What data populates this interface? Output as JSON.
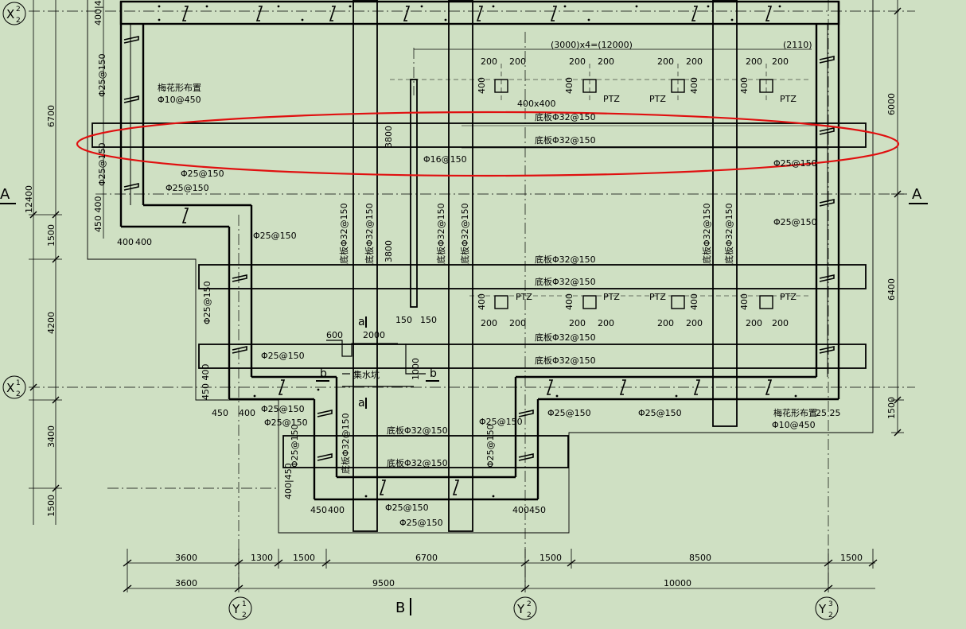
{
  "colors": {
    "background": "#cfe0c3",
    "line": "#000000",
    "highlight": "#e01010"
  },
  "grid_marks": {
    "x2_top": {
      "main": "X",
      "sub": "2",
      "sup": "2"
    },
    "x1_mid": {
      "main": "X",
      "sub": "2",
      "sup": "1"
    },
    "y1": {
      "main": "Y",
      "sub": "2",
      "sup": "1"
    },
    "y2": {
      "main": "Y",
      "sub": "2",
      "sup": "2"
    },
    "y3": {
      "main": "Y",
      "sub": "2",
      "sup": "3"
    }
  },
  "section_marks": {
    "a_left": "A",
    "a_right": "A",
    "b_bottom": "B",
    "a_small_top": "a",
    "a_small_bottom": "a",
    "b_small_left": "b",
    "b_small_right": "b"
  },
  "left_dims": {
    "d400_450": "400|450",
    "d6700": "6700",
    "d12400": "12400",
    "d450_400_a": "450 400",
    "d1500_a": "1500",
    "d4200": "4200",
    "d450_400_b": "450 400",
    "d3400": "3400",
    "d1500_b": "1500"
  },
  "right_dims": {
    "d6000": "6000",
    "d6400": "6400",
    "d1500": "1500"
  },
  "bottom_dims_row1": [
    "3600",
    "1300",
    "1500",
    "6700",
    "1500",
    "8500",
    "1500"
  ],
  "bottom_dims_row2": [
    "3600",
    "9500",
    "10000"
  ],
  "top_dims": {
    "spacing": "(3000)x4=(12000)",
    "last": "(2110)"
  },
  "ptz": {
    "label": "PTZ",
    "size": "400x400",
    "dim200": "200",
    "dim400": "400",
    "dim150": "150"
  },
  "labels": {
    "plum_layout": "梅花形布置",
    "phi10_450": "Φ10@450",
    "rebar25": "Φ25@150",
    "rebar16": "Φ16@150",
    "bottom32": "底板Φ32@150",
    "sump": "集水坑",
    "d3800": "3800",
    "d2000": "2000",
    "d600": "600",
    "d1000": "1000",
    "d450": "450",
    "d400": "400",
    "d25_25": "25 25",
    "d400_50": "400|450"
  }
}
